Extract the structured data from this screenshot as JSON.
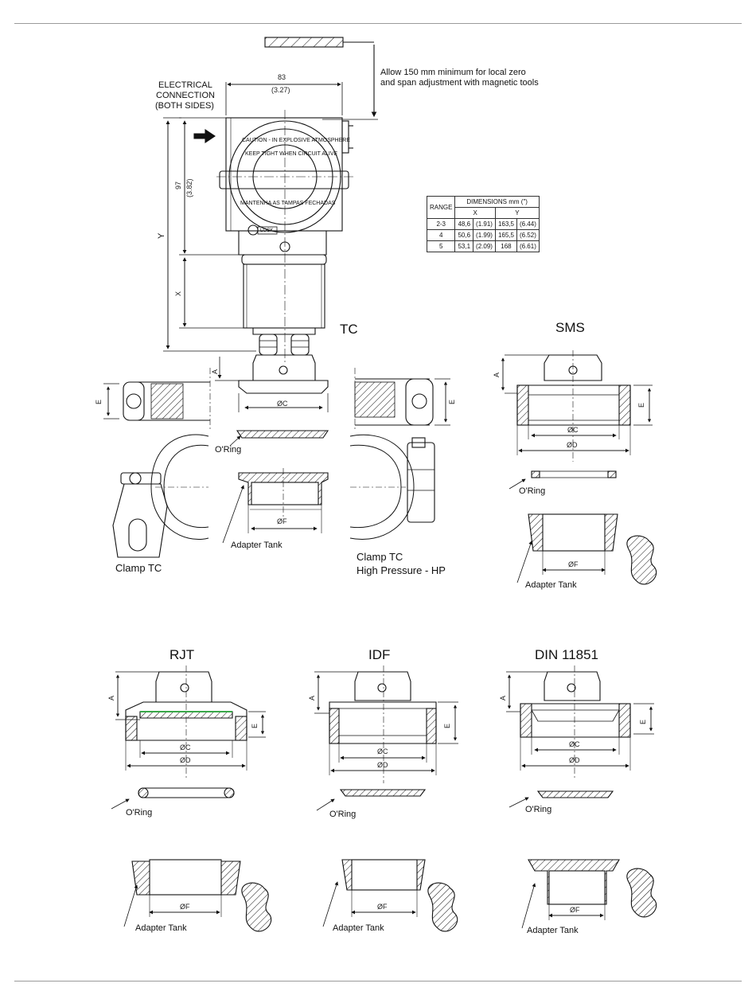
{
  "texts": {
    "allow_note_line1": "Allow 150 mm minimum for local zero",
    "allow_note_line2": "and span adjustment with magnetic tools",
    "elec_line1": "ELECTRICAL",
    "elec_line2": "CONNECTION",
    "elec_line3": "(BOTH SIDES)",
    "dim_83": "83",
    "dim_83_in": "(3.27)",
    "dim_97": "97",
    "dim_97_in": "(3.82)",
    "dim_y": "Y",
    "dim_x": "X",
    "cover_top_text": "CAUTION - IN EXPLOSIVE ATMOSPHERE",
    "cover_top_text2": "KEEP TIGHT WHEN CIRCUIT ALIVE",
    "cover_bot_text": "MANTENHA AS TAMPAS FECHADAS",
    "lock_label": "LOCK"
  },
  "table": {
    "range_header": "RANGE",
    "dims_header": "DIMENSIONS mm (\")",
    "col_x": "X",
    "col_y": "Y",
    "rows": [
      {
        "range": "2-3",
        "x_mm": "48,6",
        "x_in": "(1.91)",
        "y_mm": "163,5",
        "y_in": "(6.44)"
      },
      {
        "range": "4",
        "x_mm": "50,6",
        "x_in": "(1.99)",
        "y_mm": "165,5",
        "y_in": "(6.52)"
      },
      {
        "range": "5",
        "x_mm": "53,1",
        "x_in": "(2.09)",
        "y_mm": "168",
        "y_in": "(6.61)"
      }
    ]
  },
  "tc": {
    "title": "TC",
    "a": "A",
    "e": "E",
    "c": "ØC",
    "f": "ØF",
    "oring": "O'Ring",
    "adapter": "Adapter Tank",
    "clamp": "Clamp TC",
    "clamp_hp_1": "Clamp TC",
    "clamp_hp_2": "High Pressure - HP"
  },
  "sms": {
    "title": "SMS",
    "a": "A",
    "e": "E",
    "c": "ØC",
    "d": "ØD",
    "f": "ØF",
    "oring": "O'Ring",
    "adapter": "Adapter Tank"
  },
  "rjt": {
    "title": "RJT",
    "a": "A",
    "e": "E",
    "c": "ØC",
    "d": "ØD",
    "f": "ØF",
    "oring": "O'Ring",
    "adapter": "Adapter Tank"
  },
  "idf": {
    "title": "IDF",
    "a": "A",
    "e": "E",
    "c": "ØC",
    "d": "ØD",
    "f": "ØF",
    "oring": "O'Ring",
    "adapter": "Adapter Tank"
  },
  "din": {
    "title": "DIN 11851",
    "a": "A",
    "e": "E",
    "c": "ØC",
    "d": "ØD",
    "f": "ØF",
    "oring": "O'Ring",
    "adapter": "Adapter Tank"
  },
  "colors": {
    "line": "#111111",
    "rule": "#9a9a9a",
    "gasket": "#3aa84a"
  }
}
